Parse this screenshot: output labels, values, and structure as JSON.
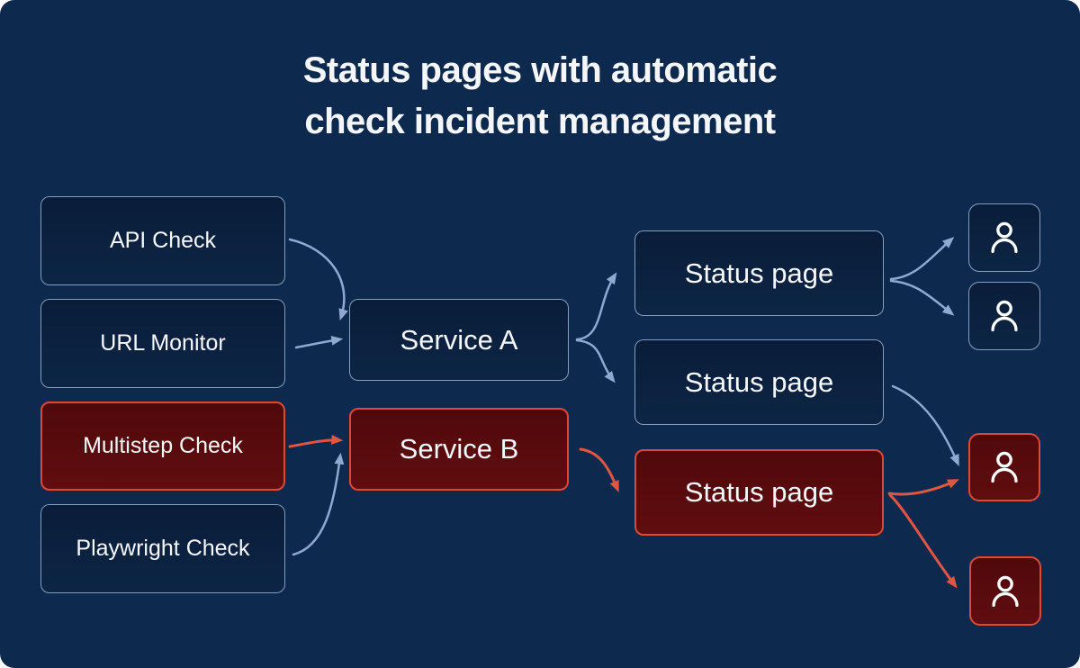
{
  "title": {
    "line1": "Status pages with automatic",
    "line2": "check incident management",
    "full": "Status pages with automatic check incident management"
  },
  "colors": {
    "background": "#0d2a4e",
    "node_navy_fill_top": "#091d39",
    "node_navy_fill_bottom": "#0d2545",
    "node_navy_border": "#9ab5d8",
    "node_red_fill_top": "#4f090b",
    "node_red_fill_bottom": "#610d0f",
    "node_red_border": "#db4937",
    "arrow_blue": "#8fa9d0",
    "arrow_red": "#e15543",
    "text": "#f6f8fb"
  },
  "checks": [
    {
      "label": "API Check",
      "variant": "blue"
    },
    {
      "label": "URL Monitor",
      "variant": "blue"
    },
    {
      "label": "Multistep Check",
      "variant": "red"
    },
    {
      "label": "Playwright Check",
      "variant": "blue"
    }
  ],
  "services": [
    {
      "label": "Service A",
      "variant": "blue"
    },
    {
      "label": "Service B",
      "variant": "red"
    }
  ],
  "status_pages": [
    {
      "label": "Status page",
      "variant": "blue"
    },
    {
      "label": "Status page",
      "variant": "blue"
    },
    {
      "label": "Status page",
      "variant": "red"
    }
  ],
  "subscribers": [
    {
      "icon": "user-icon",
      "variant": "blue"
    },
    {
      "icon": "user-icon",
      "variant": "blue"
    },
    {
      "icon": "user-icon",
      "variant": "red"
    },
    {
      "icon": "user-icon",
      "variant": "red"
    }
  ],
  "connections": [
    {
      "from": "API Check",
      "to": "Service A",
      "color": "blue"
    },
    {
      "from": "URL Monitor",
      "to": "Service A",
      "color": "blue"
    },
    {
      "from": "Multistep Check",
      "to": "Service B",
      "color": "red"
    },
    {
      "from": "Playwright Check",
      "to": "Service B",
      "color": "blue"
    },
    {
      "from": "Service A",
      "to": "Status page 1",
      "color": "blue"
    },
    {
      "from": "Service A",
      "to": "Status page 2",
      "color": "blue"
    },
    {
      "from": "Service B",
      "to": "Status page 3",
      "color": "red"
    },
    {
      "from": "Status page 1",
      "to": "subscriber 1",
      "color": "blue"
    },
    {
      "from": "Status page 1",
      "to": "subscriber 2",
      "color": "blue"
    },
    {
      "from": "Status page 2",
      "to": "subscriber 3",
      "color": "blue"
    },
    {
      "from": "Status page 3",
      "to": "subscriber 3",
      "color": "red"
    },
    {
      "from": "Status page 3",
      "to": "subscriber 4",
      "color": "red"
    }
  ]
}
